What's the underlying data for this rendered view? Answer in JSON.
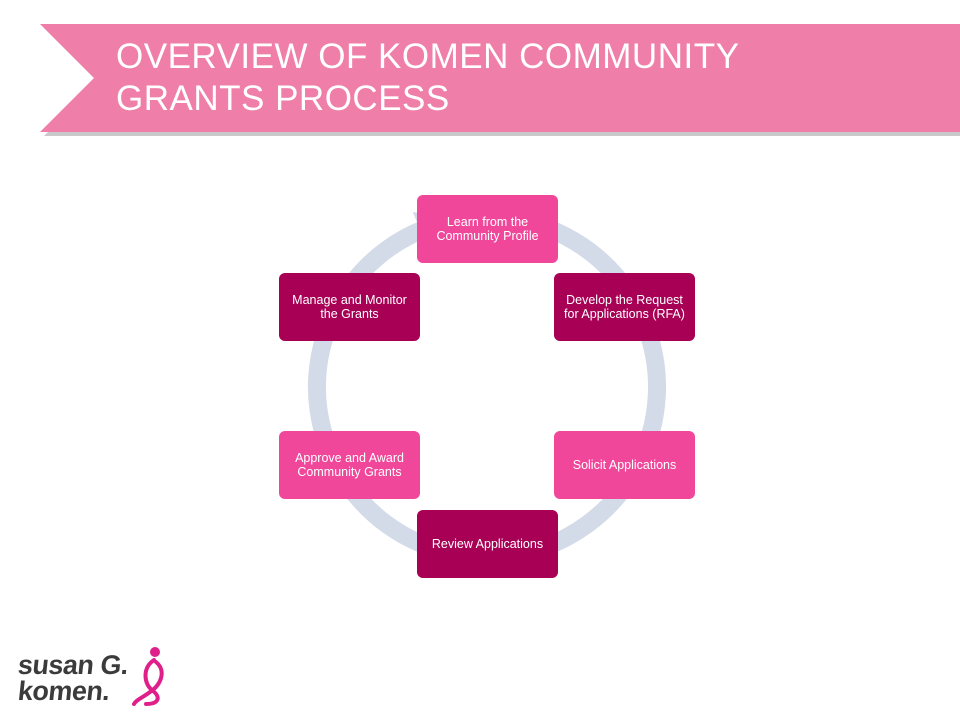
{
  "slide": {
    "title_line1": "OVERVIEW OF KOMEN COMMUNITY",
    "title_line2": "GRANTS PROCESS"
  },
  "colors": {
    "banner": "#ef7fa8",
    "banner_shadow": "#c9c9c9",
    "node_light": "#f0479a",
    "node_dark": "#a70055",
    "cycle_arrow": "#d3dae8",
    "logo_ribbon": "#e0208a",
    "logo_text": "#3b3b3b"
  },
  "cycle": {
    "steps": [
      {
        "label": "Learn from the Community Profile",
        "shade": "light"
      },
      {
        "label": "Develop the Request for Applications (RFA)",
        "shade": "dark"
      },
      {
        "label": "Solicit Applications",
        "shade": "light"
      },
      {
        "label": "Review Applications",
        "shade": "dark"
      },
      {
        "label": "Approve and Award Community Grants",
        "shade": "light"
      },
      {
        "label": "Manage and Monitor the Grants",
        "shade": "dark"
      }
    ]
  },
  "logo": {
    "line1": "susan G.",
    "line2": "komen.",
    "icon": "pink-ribbon-icon"
  }
}
